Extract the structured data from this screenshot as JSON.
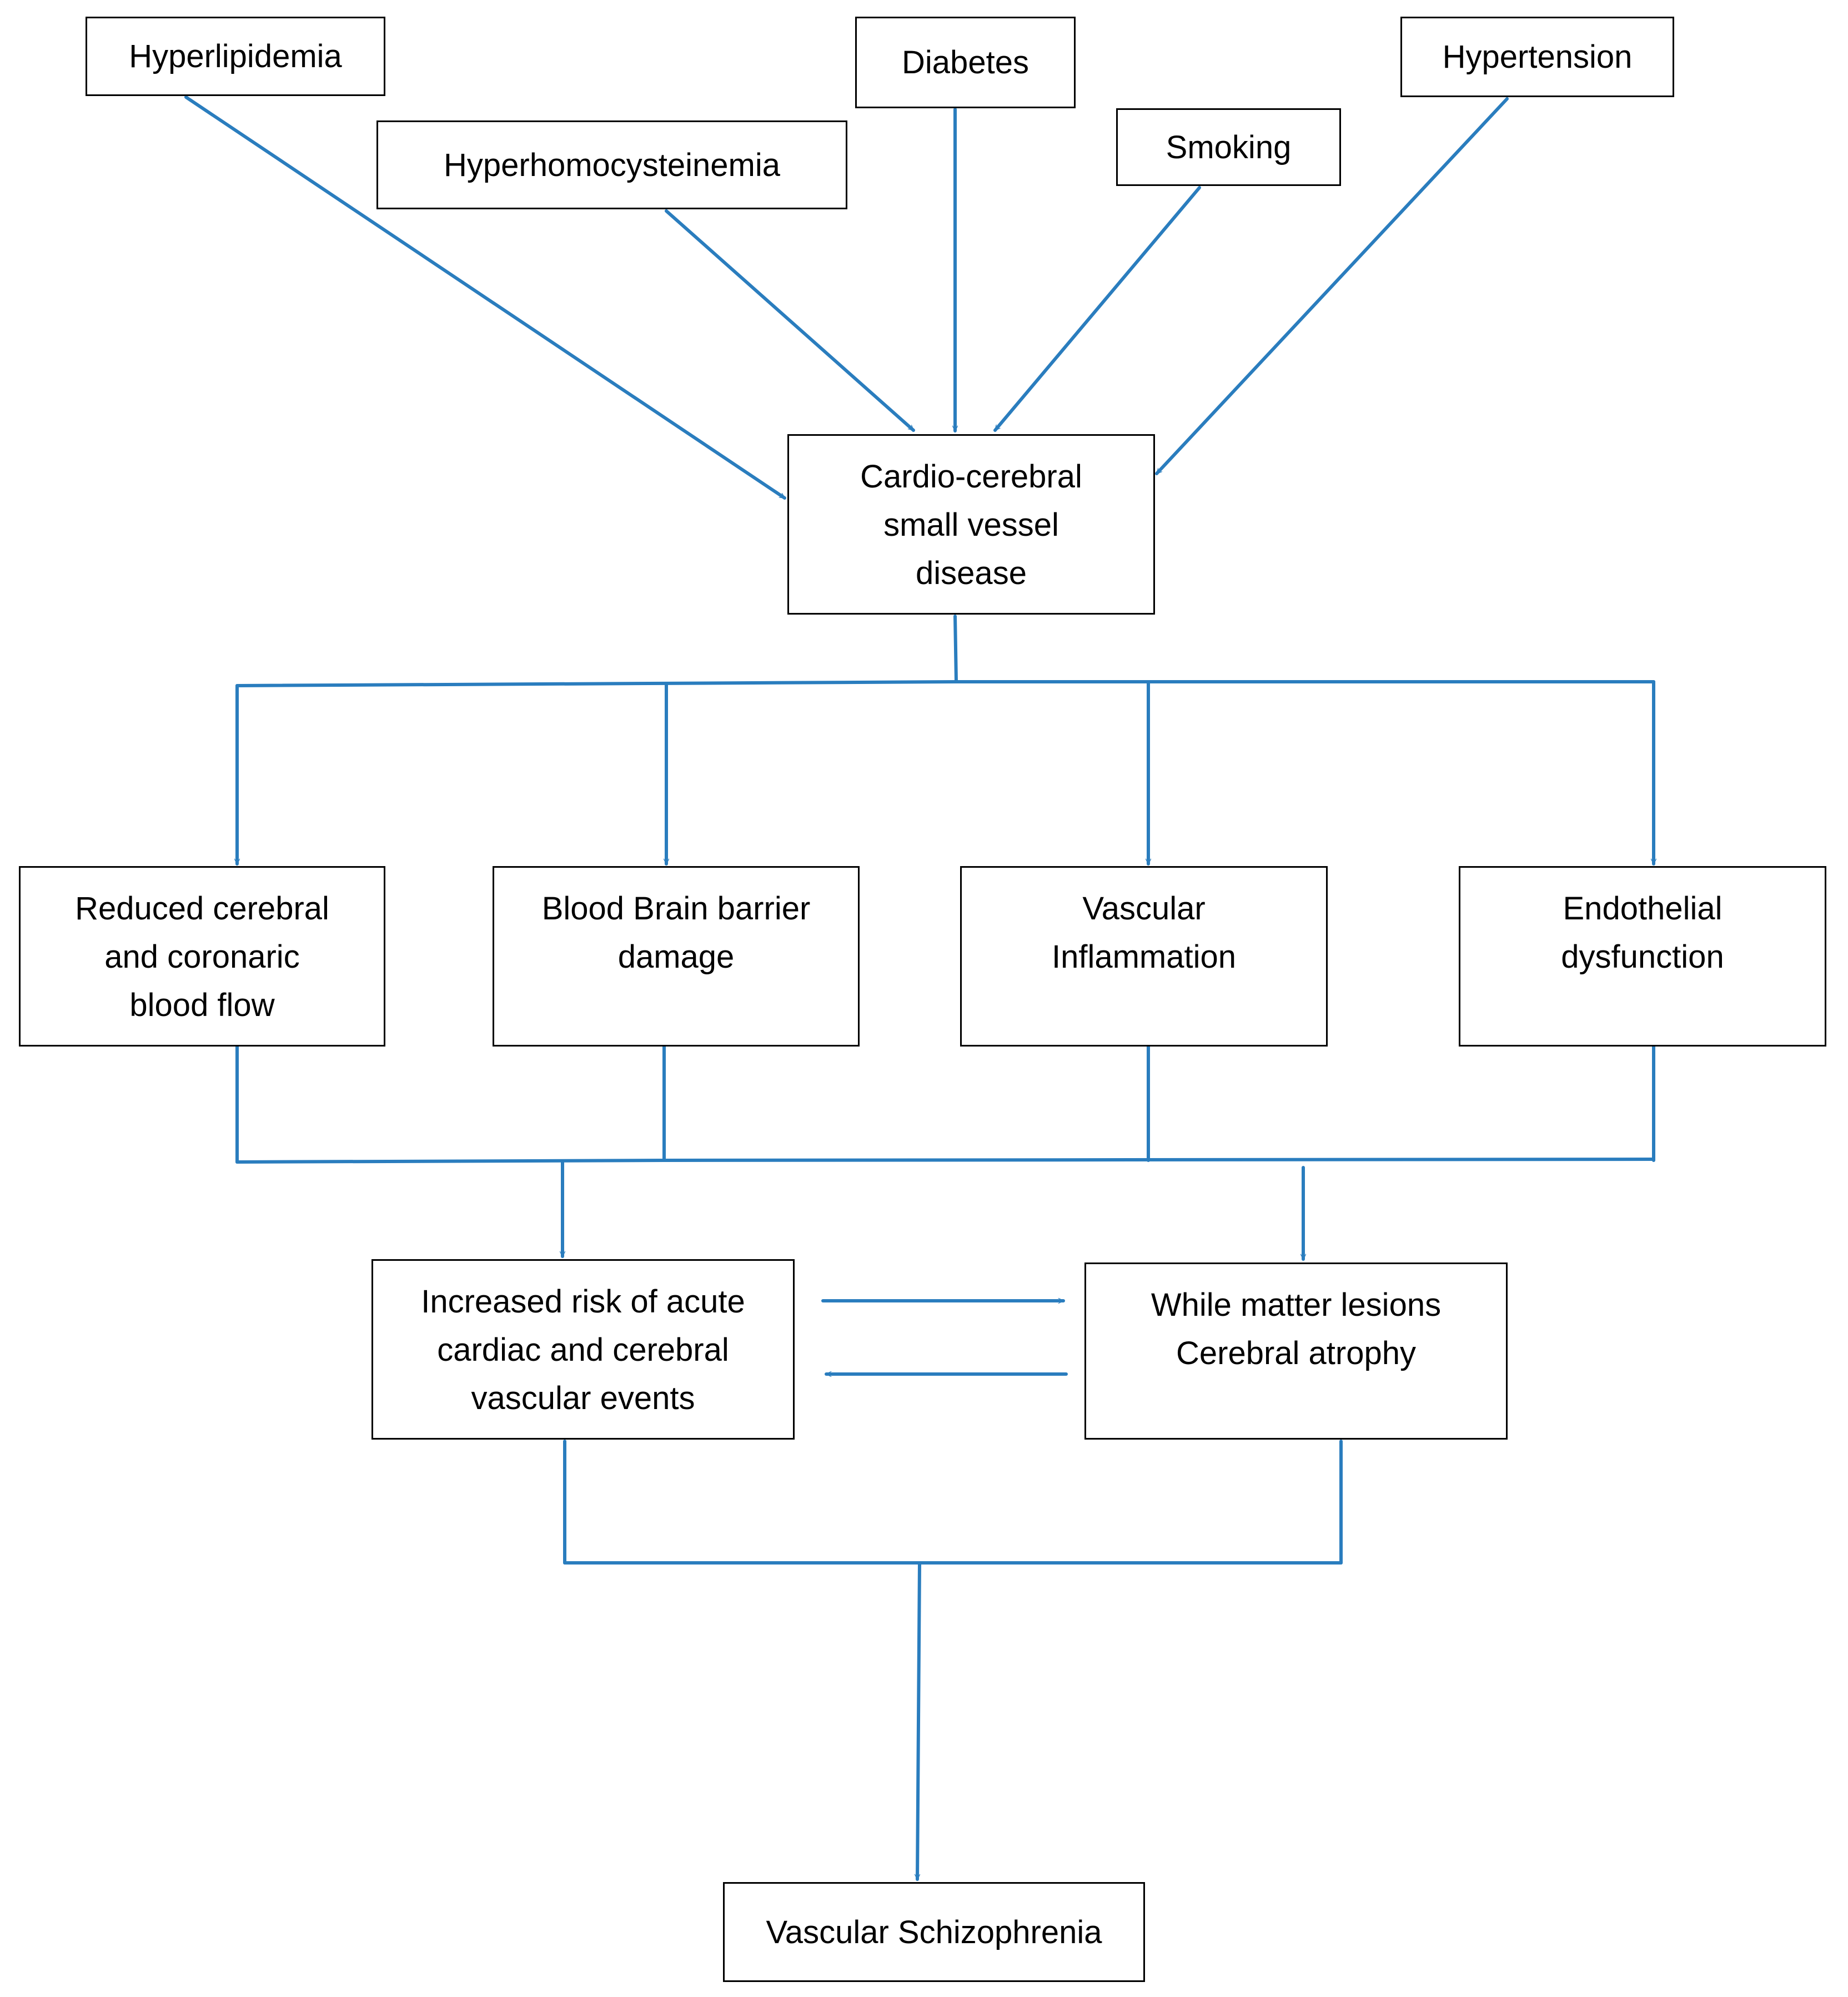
{
  "colors": {
    "connector": "#2A7DBE",
    "box_border": "#000000",
    "text": "#000000"
  },
  "risk_factors": {
    "hyperlipidemia": "Hyperlipidemia",
    "hyperhomocysteinemia": "Hyperhomocysteinemia",
    "diabetes": "Diabetes",
    "smoking": "Smoking",
    "hypertension": "Hypertension"
  },
  "central": "Cardio-cerebral\nsmall vessel\ndisease",
  "mechanisms": {
    "blood_flow": "Reduced cerebral\nand coronaric\nblood flow",
    "bbb": "Blood Brain barrier\ndamage",
    "inflammation": "Vascular\nInflammation",
    "endothelial": "Endothelial\ndysfunction"
  },
  "outcomes": {
    "acute_events": "Increased risk of acute\ncardiac and cerebral\nvascular events",
    "lesions": "While matter lesions\nCerebral atrophy"
  },
  "final": "Vascular Schizophrenia"
}
